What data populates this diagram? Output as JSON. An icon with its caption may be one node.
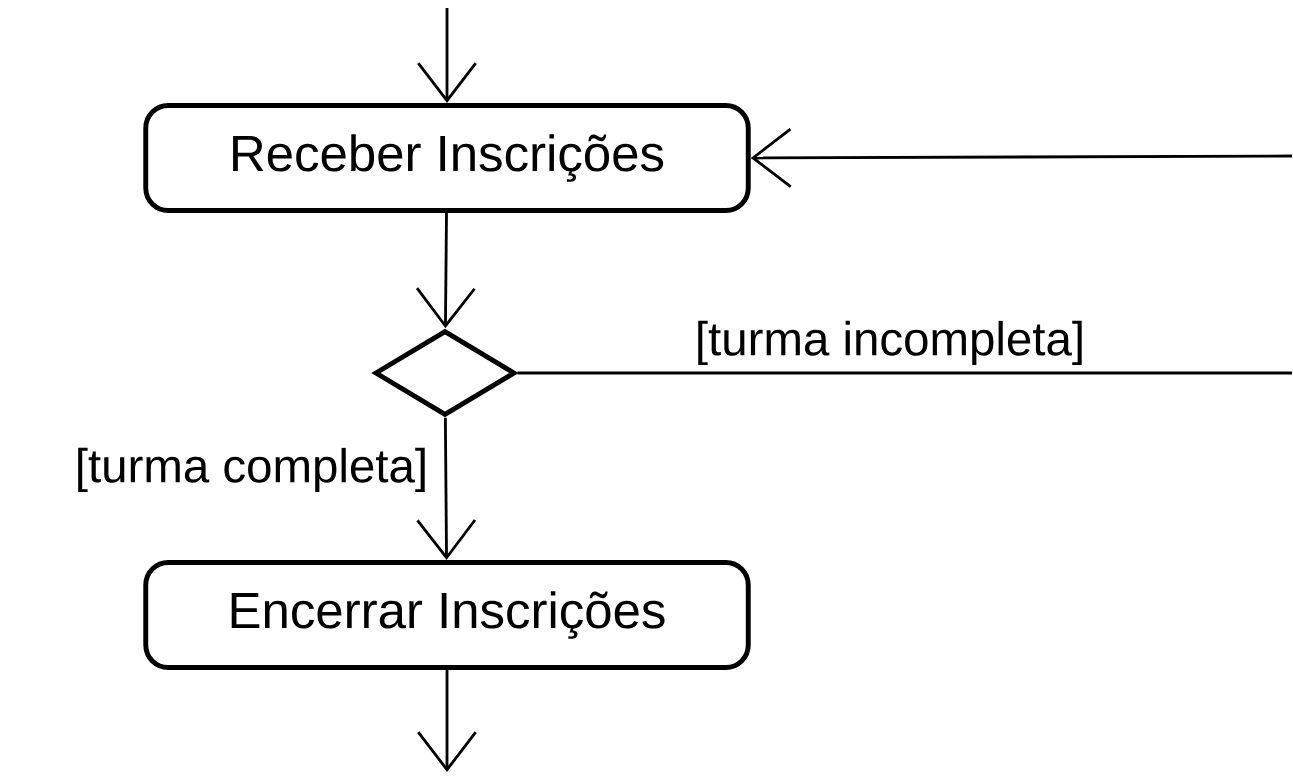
{
  "diagram": {
    "nodes": [
      {
        "text": [
          "Receber Inscrições"
        ]
      },
      {
        "text": [],
        "shape": "diamond"
      },
      {
        "text": [
          "Encerrar Inscrições"
        ]
      }
    ],
    "edges": [
      {
        "from": null,
        "to": 0,
        "arrow": "to"
      },
      {
        "from": 0,
        "to": 1,
        "arrow": "to"
      },
      {
        "from": 1,
        "to": null,
        "arrow": "none",
        "label": "[turma incompleta]"
      },
      {
        "from": null,
        "to": 0,
        "arrow": "to"
      },
      {
        "from": 1,
        "to": 2,
        "arrow": "to",
        "label": "[turma completa]"
      },
      {
        "from": 2,
        "to": null,
        "arrow": "to"
      }
    ]
  }
}
